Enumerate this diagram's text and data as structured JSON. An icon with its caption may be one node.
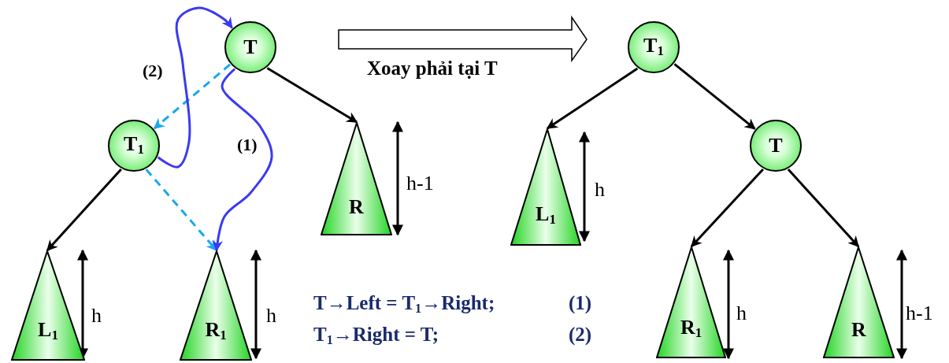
{
  "diagram": {
    "nodes": [
      {
        "text": [
          "T"
        ]
      },
      {
        "text": [
          "T$_{1}$"
        ]
      },
      {
        "text": [
          "L$_{1}$"
        ]
      },
      {
        "text": [
          "R$_{1}$"
        ]
      },
      {
        "text": [
          "R"
        ]
      },
      {
        "text": [
          "T$_{1}$"
        ]
      },
      {
        "text": [
          "L$_{1}$"
        ]
      },
      {
        "text": [
          "T"
        ]
      },
      {
        "text": [
          "R$_{1}$"
        ]
      },
      {
        "text": [
          "R"
        ]
      }
    ],
    "edges": [
      {
        "from": 0,
        "to": 1,
        "arrow": "to",
        "style": "dashed",
        "color": "#1aa7ec"
      },
      {
        "from": 0,
        "to": 4,
        "arrow": "to"
      },
      {
        "from": 1,
        "to": 2,
        "arrow": "to"
      },
      {
        "from": 1,
        "to": 3,
        "arrow": "to",
        "style": "dashed",
        "color": "#1aa7ec"
      },
      {
        "from": 0,
        "to": 3,
        "arrow": "to",
        "label": "(1)",
        "color": "#3a3af2"
      },
      {
        "from": 1,
        "to": 0,
        "arrow": "to",
        "label": "(2)",
        "color": "#3a3af2"
      },
      {
        "from": 5,
        "to": 6,
        "arrow": "to"
      },
      {
        "from": 5,
        "to": 7,
        "arrow": "to"
      },
      {
        "from": 7,
        "to": 8,
        "arrow": "to"
      },
      {
        "from": 7,
        "to": 9,
        "arrow": "to"
      }
    ],
    "labels": [
      "Xoay phải tại T",
      "h-1",
      "h",
      "h",
      "h",
      "T→Left = T$_{1}$→Right;",
      "(1)",
      "h",
      "h-1",
      "T$_{1}$→Right = T;",
      "(2)"
    ]
  }
}
